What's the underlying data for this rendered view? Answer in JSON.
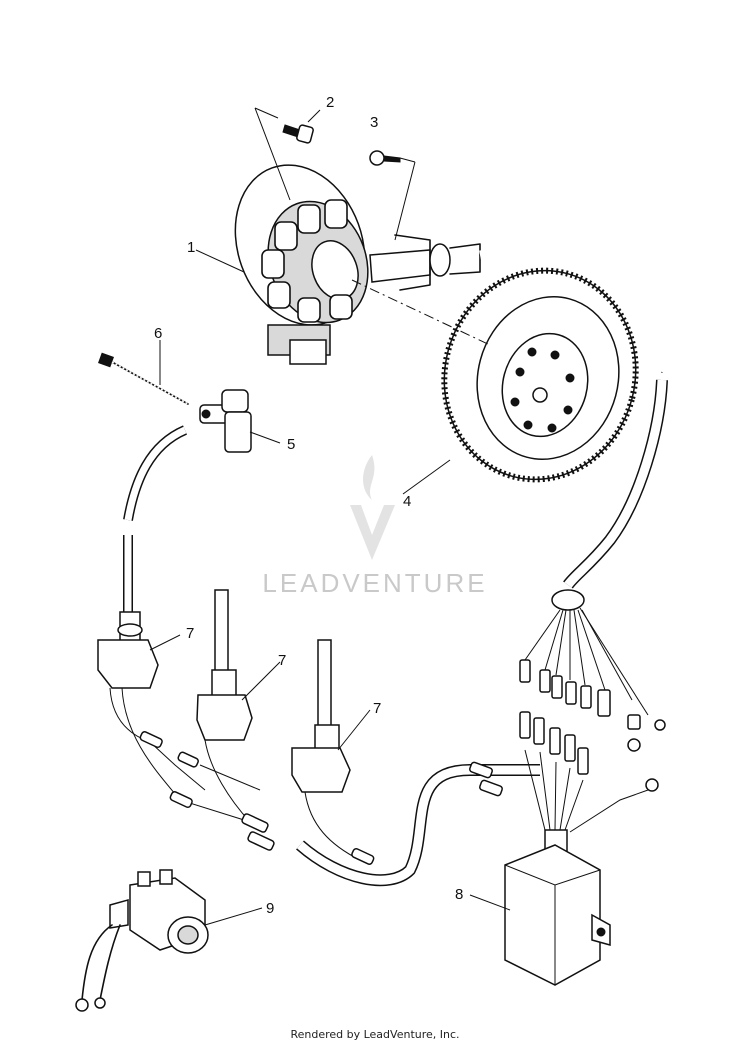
{
  "callouts": {
    "c1": "1",
    "c2": "2",
    "c3": "3",
    "c4": "4",
    "c5": "5",
    "c6": "6",
    "c7a": "7",
    "c7b": "7",
    "c7c": "7",
    "c8": "8",
    "c9": "9"
  },
  "watermark": {
    "text": "LEADVENTURE",
    "color": "#c9c9c9"
  },
  "footer": {
    "text": "Rendered by LeadVenture, Inc."
  },
  "icons": [
    "stator-icon",
    "flywheel-icon",
    "ignition-coil-icon",
    "cdi-box-icon",
    "solenoid-icon",
    "cable-tie-icon",
    "spark-plug-cap-icon",
    "bolt-icon"
  ]
}
